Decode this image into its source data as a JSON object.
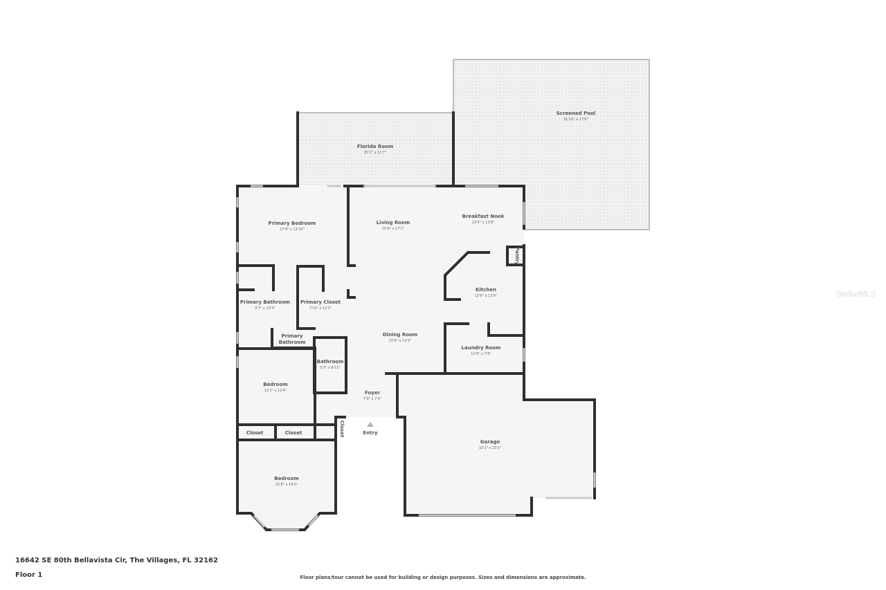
{
  "plan": {
    "address": "16642 SE 80th Bellavista Cir, The Villages, FL 32162",
    "floor": "Floor 1",
    "disclaimer": "Floor plans/tour cannot be used for building or design purposes. Sizes and dimensions are approximate.",
    "watermark": "StellarMLS",
    "entry_label": "Entry",
    "colors": {
      "wall": "#2f2f31",
      "floor": "#f5f5f5",
      "outdoor": "#efefef",
      "text": "#555555"
    }
  },
  "rooms": {
    "screened_pool": {
      "name": "Screened Pool",
      "dims": "31'10\" x 27'6\""
    },
    "florida_room": {
      "name": "Florida Room",
      "dims": "25'2\" x 11'7\""
    },
    "primary_bedroom": {
      "name": "Primary Bedroom",
      "dims": "17'9\" x 13'10\""
    },
    "living_room": {
      "name": "Living Room",
      "dims": "15'8\" x 17'2\""
    },
    "breakfast_nook": {
      "name": "Breakfast Nook",
      "dims": "12'6\" x 13'8\""
    },
    "pantry": {
      "name": "Pantry"
    },
    "kitchen": {
      "name": "Kitchen",
      "dims": "12'6\" x 13'9\""
    },
    "primary_bathroom": {
      "name": "Primary Bathroom",
      "dims": "9'7\" x 13'4\""
    },
    "primary_closet": {
      "name": "Primary Closet",
      "dims": "7'10\" x 11'2\""
    },
    "primary_bathroom_wc": {
      "name_line1": "Primary",
      "name_line2": "Bathroom"
    },
    "dining_room": {
      "name": "Dining Room",
      "dims": "15'8\" x 12'9\""
    },
    "laundry_room": {
      "name": "Laundry Room",
      "dims": "12'6\" x 7'8\""
    },
    "bathroom": {
      "name": "Bathroom",
      "dims": "5'3\" x 8'11\""
    },
    "bedroom_2": {
      "name": "Bedroom",
      "dims": "12'2\" x 12'4\""
    },
    "foyer": {
      "name": "Foyer",
      "dims": "7'9\" x 7'0\""
    },
    "closet_1": {
      "name": "Closet"
    },
    "closet_2": {
      "name": "Closet"
    },
    "closet_3": {
      "name": "Closet"
    },
    "bedroom_3": {
      "name": "Bedroom",
      "dims": "15'8\" x 14'3\""
    },
    "garage": {
      "name": "Garage",
      "dims": "32'2\" x 23'1\""
    }
  }
}
